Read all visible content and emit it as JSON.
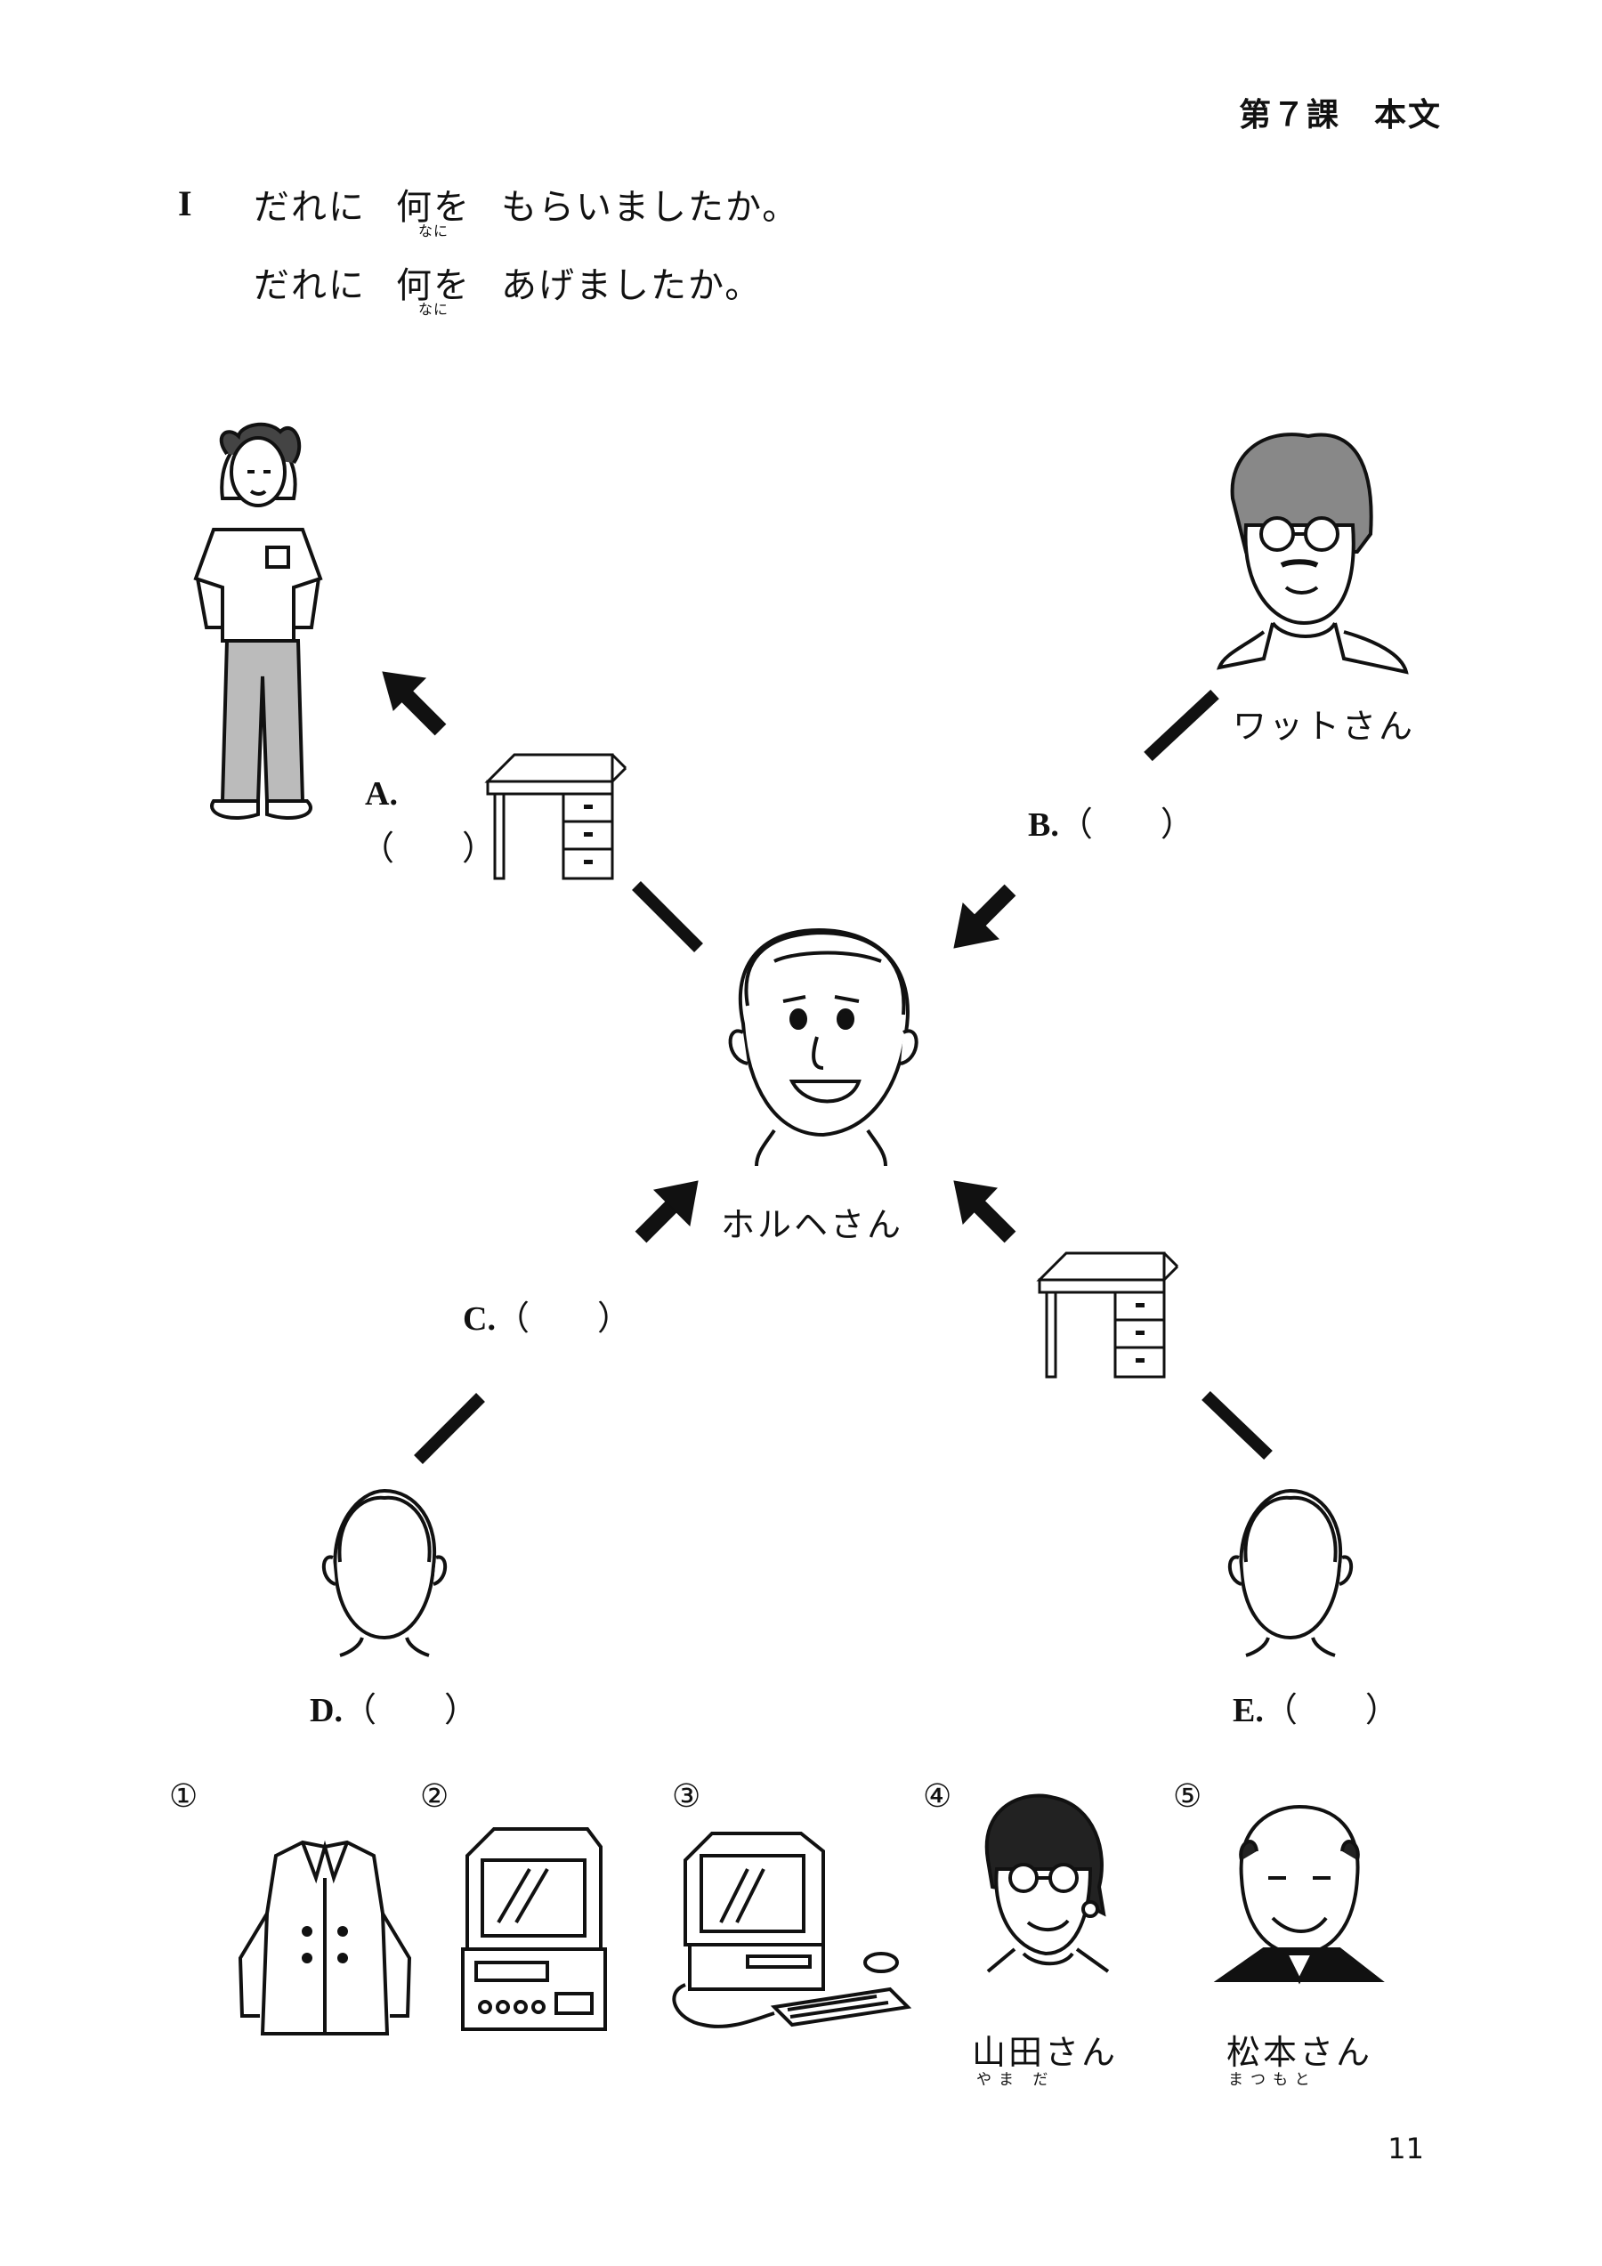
{
  "header": {
    "title": "第７課　本文"
  },
  "question": {
    "number": "I",
    "line1": {
      "pre": "だれに",
      "word": "何を",
      "reading": "なに",
      "post": "もらいましたか。"
    },
    "line2": {
      "pre": "だれに",
      "word": "何を",
      "reading": "なに",
      "post": "あげましたか。"
    }
  },
  "people": {
    "watt": "ワットさん",
    "jorge": "ホルヘさん"
  },
  "labels": {
    "a": "A.",
    "b": "B.",
    "c": "C.",
    "d": "D.",
    "e": "E.",
    "blank": "（　　）"
  },
  "choices": [
    {
      "num": "①",
      "icon": "coat-icon"
    },
    {
      "num": "②",
      "icon": "tv-icon"
    },
    {
      "num": "③",
      "icon": "computer-icon"
    },
    {
      "num": "④",
      "icon": "woman-portrait-icon",
      "name": "山田さん",
      "reading": "やま だ"
    },
    {
      "num": "⑤",
      "icon": "man-portrait-icon",
      "name": "松本さん",
      "reading": "まつもと"
    }
  ],
  "page_number": "11"
}
